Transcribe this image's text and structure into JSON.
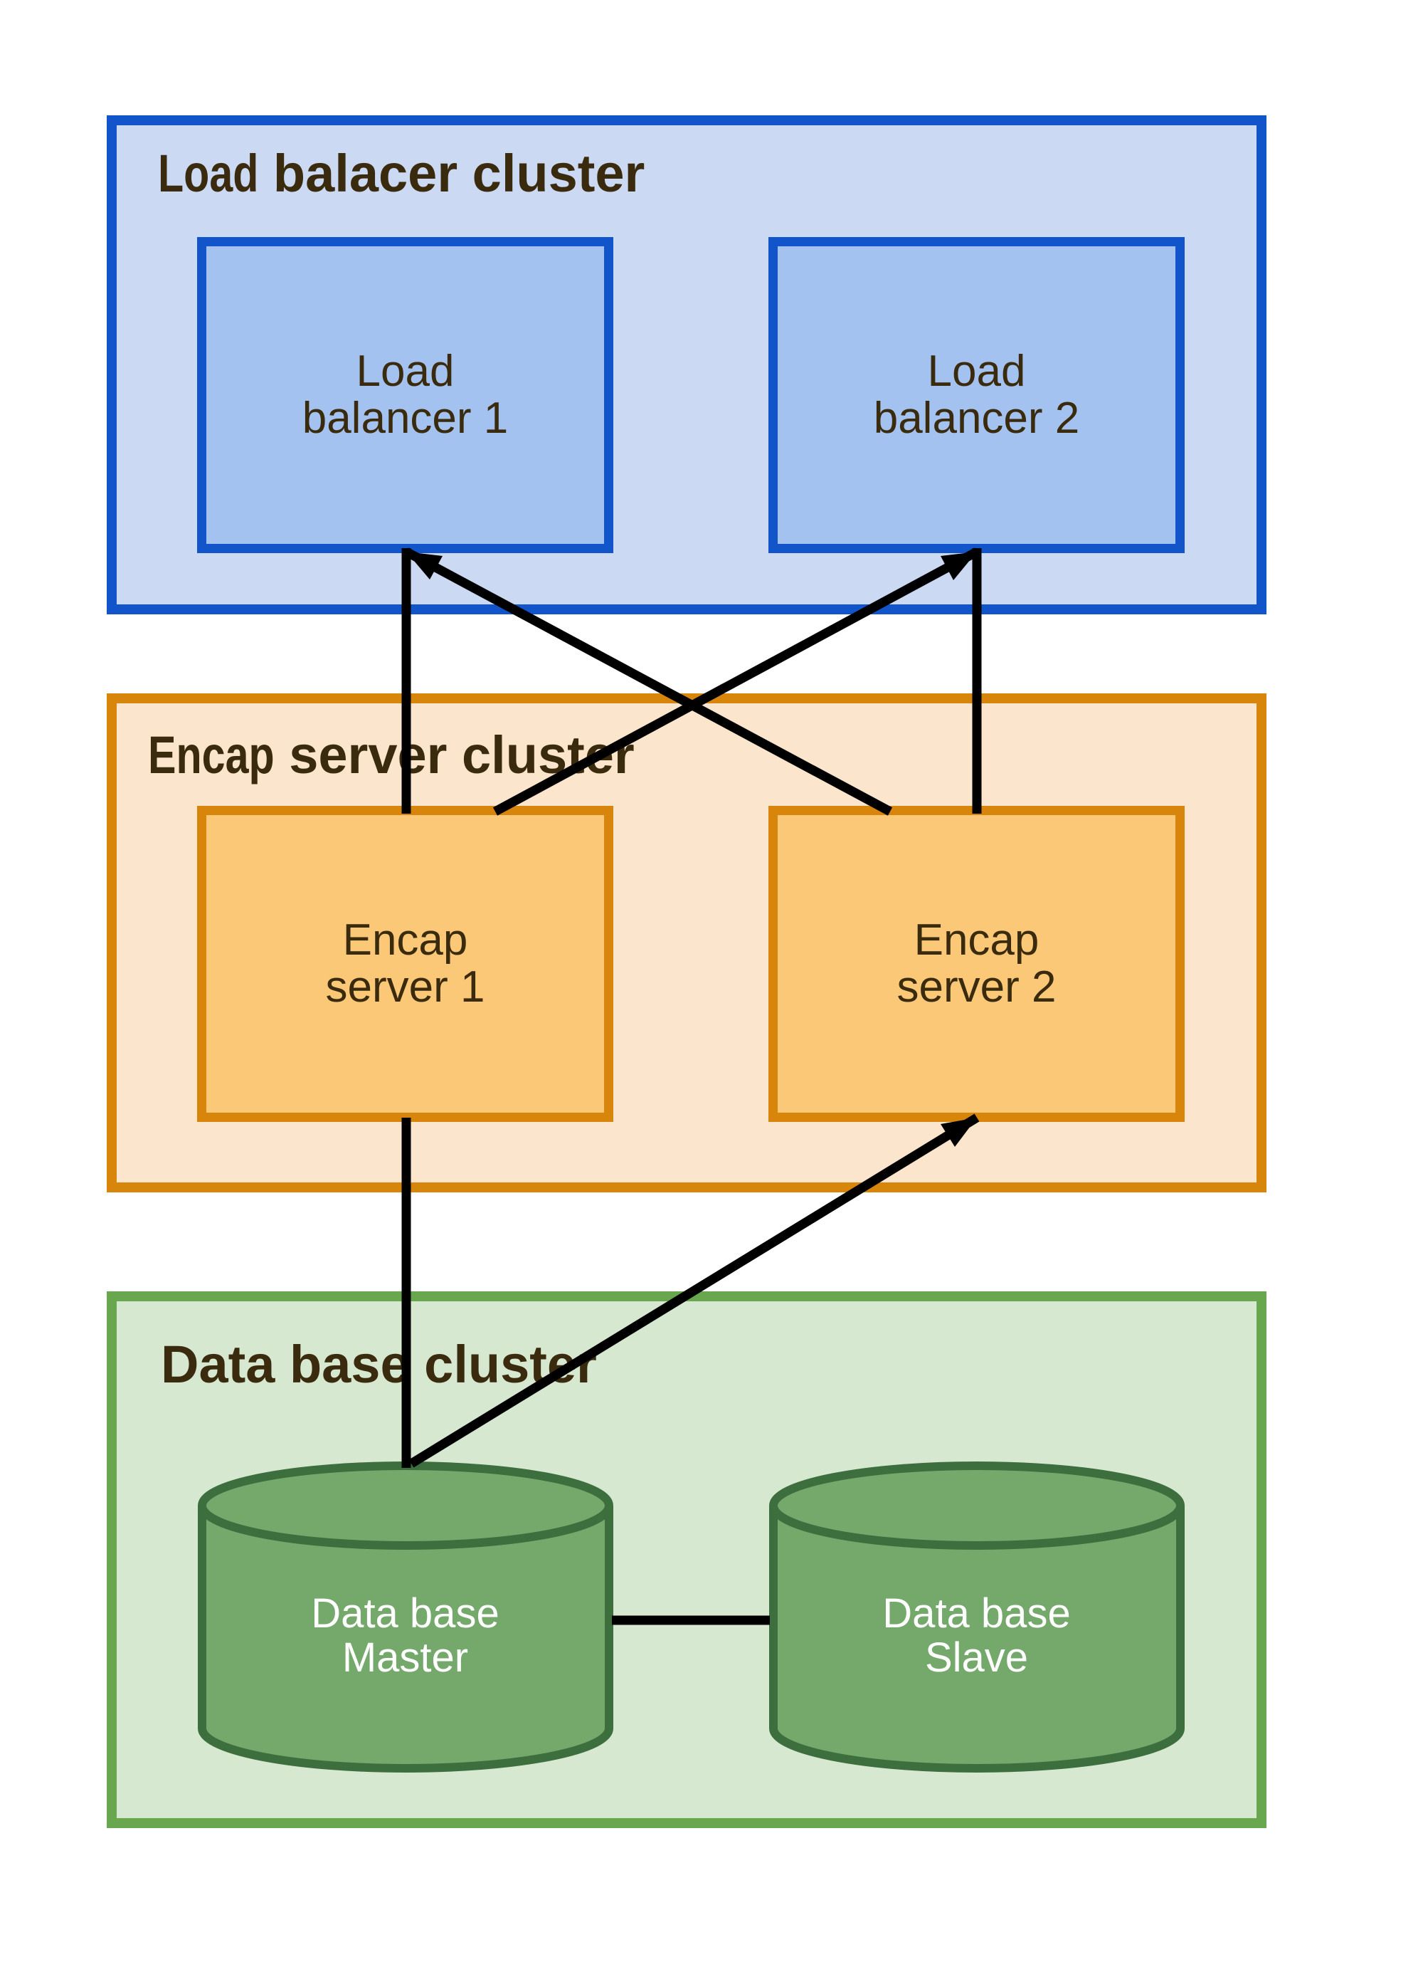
{
  "diagram": {
    "background_color": "#ffffff",
    "line_color": "#000000",
    "title_text_color": "#3b2b0e",
    "node_text_color": "#3b2b0e",
    "clusters": [
      {
        "id": "load-balancer-cluster",
        "title": "Load balacer cluster",
        "title_mixed_font": true,
        "border_color": "#1255cb",
        "fill_color": "#cbd9f3",
        "node_fill_color": "#a4c2ef",
        "node_shape": "rectangle",
        "nodes": [
          {
            "id": "load-balancer-1",
            "label": "Load\nbalancer 1"
          },
          {
            "id": "load-balancer-2",
            "label": "Load\nbalancer 2"
          }
        ]
      },
      {
        "id": "encap-server-cluster",
        "title": "Encap server cluster",
        "title_mixed_font": true,
        "border_color": "#d8860b",
        "fill_color": "#fbe5cc",
        "node_fill_color": "#fac877",
        "node_shape": "rectangle",
        "nodes": [
          {
            "id": "encap-server-1",
            "label": "Encap\nserver 1"
          },
          {
            "id": "encap-server-2",
            "label": "Encap\nserver 2"
          }
        ]
      },
      {
        "id": "data-base-cluster",
        "title": "Data base cluster",
        "title_mixed_font": false,
        "border_color": "#68a74d",
        "fill_color": "#d7e8d1",
        "node_fill_color": "#74a96b",
        "node_stroke_color": "#3d6e3e",
        "node_text_color": "#ffffff",
        "node_shape": "cylinder",
        "nodes": [
          {
            "id": "data-base-master",
            "label": "Data base\nMaster"
          },
          {
            "id": "data-base-slave",
            "label": "Data base\nSlave"
          }
        ]
      }
    ],
    "edges": [
      {
        "from": "Load balancer 1",
        "to": "Encap server 1",
        "style": "vertical"
      },
      {
        "from": "Load balancer 1",
        "to": "Encap server 2",
        "style": "diagonal-arrow-at-top"
      },
      {
        "from": "Load balancer 2",
        "to": "Encap server 2",
        "style": "vertical"
      },
      {
        "from": "Load balancer 2",
        "to": "Encap server 1",
        "style": "diagonal-arrow-at-top"
      },
      {
        "from": "Encap server 1",
        "to": "Data base Master",
        "style": "vertical"
      },
      {
        "from": "Encap server 2",
        "to": "Data base Master",
        "style": "diagonal-arrow-at-top"
      },
      {
        "from": "Data base Master",
        "to": "Data base Slave",
        "style": "horizontal"
      }
    ]
  }
}
